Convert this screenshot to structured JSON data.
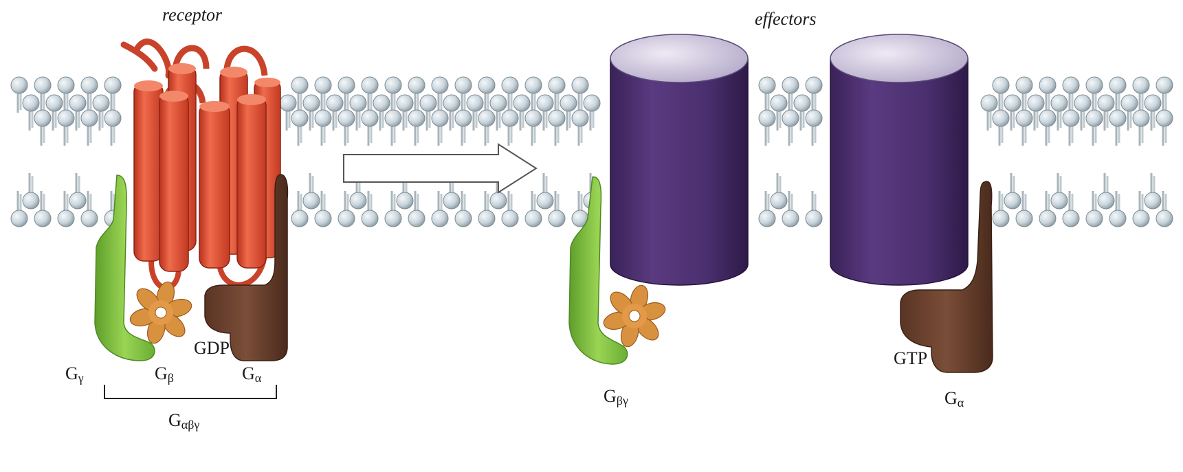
{
  "labels": {
    "receptor": "receptor",
    "effectors": "effectors",
    "g_gamma_main": "G",
    "g_gamma_sub": "γ",
    "g_beta_main": "G",
    "g_beta_sub": "β",
    "g_alpha_left_main": "G",
    "g_alpha_left_sub": "α",
    "gdp": "GDP",
    "g_abg_main": "G",
    "g_abg_sub": "αβγ",
    "g_bg_main": "G",
    "g_bg_sub": "βγ",
    "gtp": "GTP",
    "g_alpha_right_main": "G",
    "g_alpha_right_sub": "α"
  },
  "colors": {
    "receptor": "#e2553a",
    "receptor_dark": "#b8321e",
    "effector": "#4a2f6e",
    "effector_top": "#c9c2d8",
    "g_alpha": "#6b4230",
    "g_beta": "#d8913f",
    "g_gamma": "#86c843",
    "lipid_head": "#c9d5dc",
    "lipid_tail": "#b7c2c8",
    "arrow_fill": "#ffffff",
    "arrow_stroke": "#555555"
  }
}
